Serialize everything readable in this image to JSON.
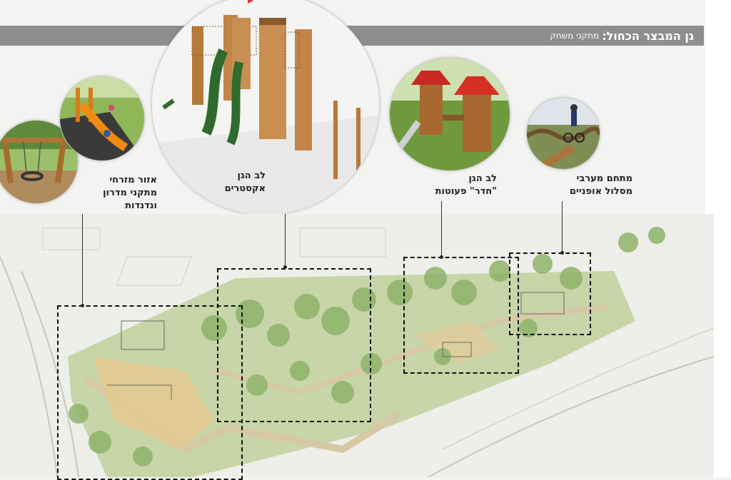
{
  "header": {
    "title": "גן המבצר הכחול:",
    "subtitle": "מתקני משחק"
  },
  "zones": [
    {
      "id": "east",
      "lines": [
        "אזור מזרחי",
        "מתקני מדרון",
        "ונדנדות"
      ]
    },
    {
      "id": "castles",
      "lines": [
        "לב הגן",
        "אקסטרים"
      ]
    },
    {
      "id": "dolls",
      "lines": [
        "לב הגן",
        "\"חדר\" פעוטות"
      ]
    },
    {
      "id": "bike",
      "lines": [
        "מתחם מערבי",
        "מסלול אופניים"
      ]
    }
  ],
  "colors": {
    "title_bar": "#8e8e8e",
    "grass": "#7fa54a",
    "foliage": "#8fb46a",
    "path": "#d8c9a6",
    "dashed_line": "#111111"
  },
  "icons": [
    "swing-photo",
    "slide-photo",
    "castle-playground-photo",
    "mushroom-playhouse-photo",
    "bike-track-photo",
    "site-plan-sketch"
  ]
}
